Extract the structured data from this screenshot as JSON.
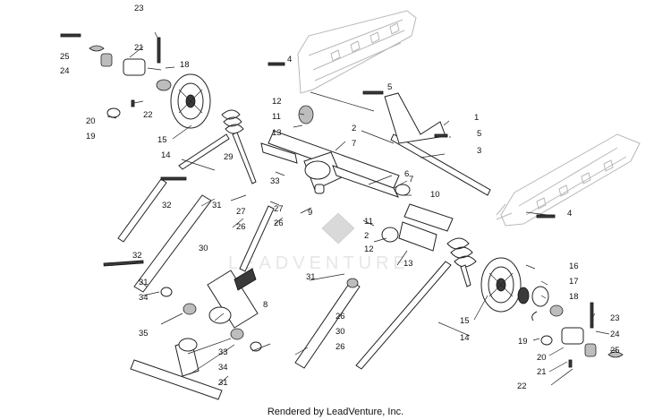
{
  "callouts": {
    "c1": "1",
    "c2a": "2",
    "c2b": "2",
    "c3": "3",
    "c4a": "4",
    "c4b": "4",
    "c5a": "5",
    "c5b": "5",
    "c6": "6",
    "c7a": "7",
    "c7b": "7",
    "c8": "8",
    "c9": "9",
    "c10": "10",
    "c11a": "11",
    "c11b": "11",
    "c12a": "12",
    "c12b": "12",
    "c13a": "13",
    "c13b": "13",
    "c14a": "14",
    "c14b": "14",
    "c15a": "15",
    "c15b": "15",
    "c16": "16",
    "c17": "17",
    "c18a": "18",
    "c18b": "18",
    "c19a": "19",
    "c19b": "19",
    "c20a": "20",
    "c20b": "20",
    "c21a": "21",
    "c21b": "21",
    "c22a": "22",
    "c22b": "22",
    "c23a": "23",
    "c23b": "23",
    "c24a": "24",
    "c24b": "24",
    "c25a": "25",
    "c25b": "25",
    "c26a": "26",
    "c26b": "26",
    "c26c": "26",
    "c26d": "26",
    "c27a": "27",
    "c27b": "27",
    "c29": "29",
    "c30a": "30",
    "c30b": "30",
    "c31a": "31",
    "c31b": "31",
    "c31c": "31",
    "c31d": "31",
    "c32a": "32",
    "c32b": "32",
    "c33a": "33",
    "c33b": "33",
    "c34a": "34",
    "c34b": "34",
    "c35": "35"
  },
  "watermark": "LEADVENTURE",
  "footer": "Rendered by LeadVenture, Inc."
}
